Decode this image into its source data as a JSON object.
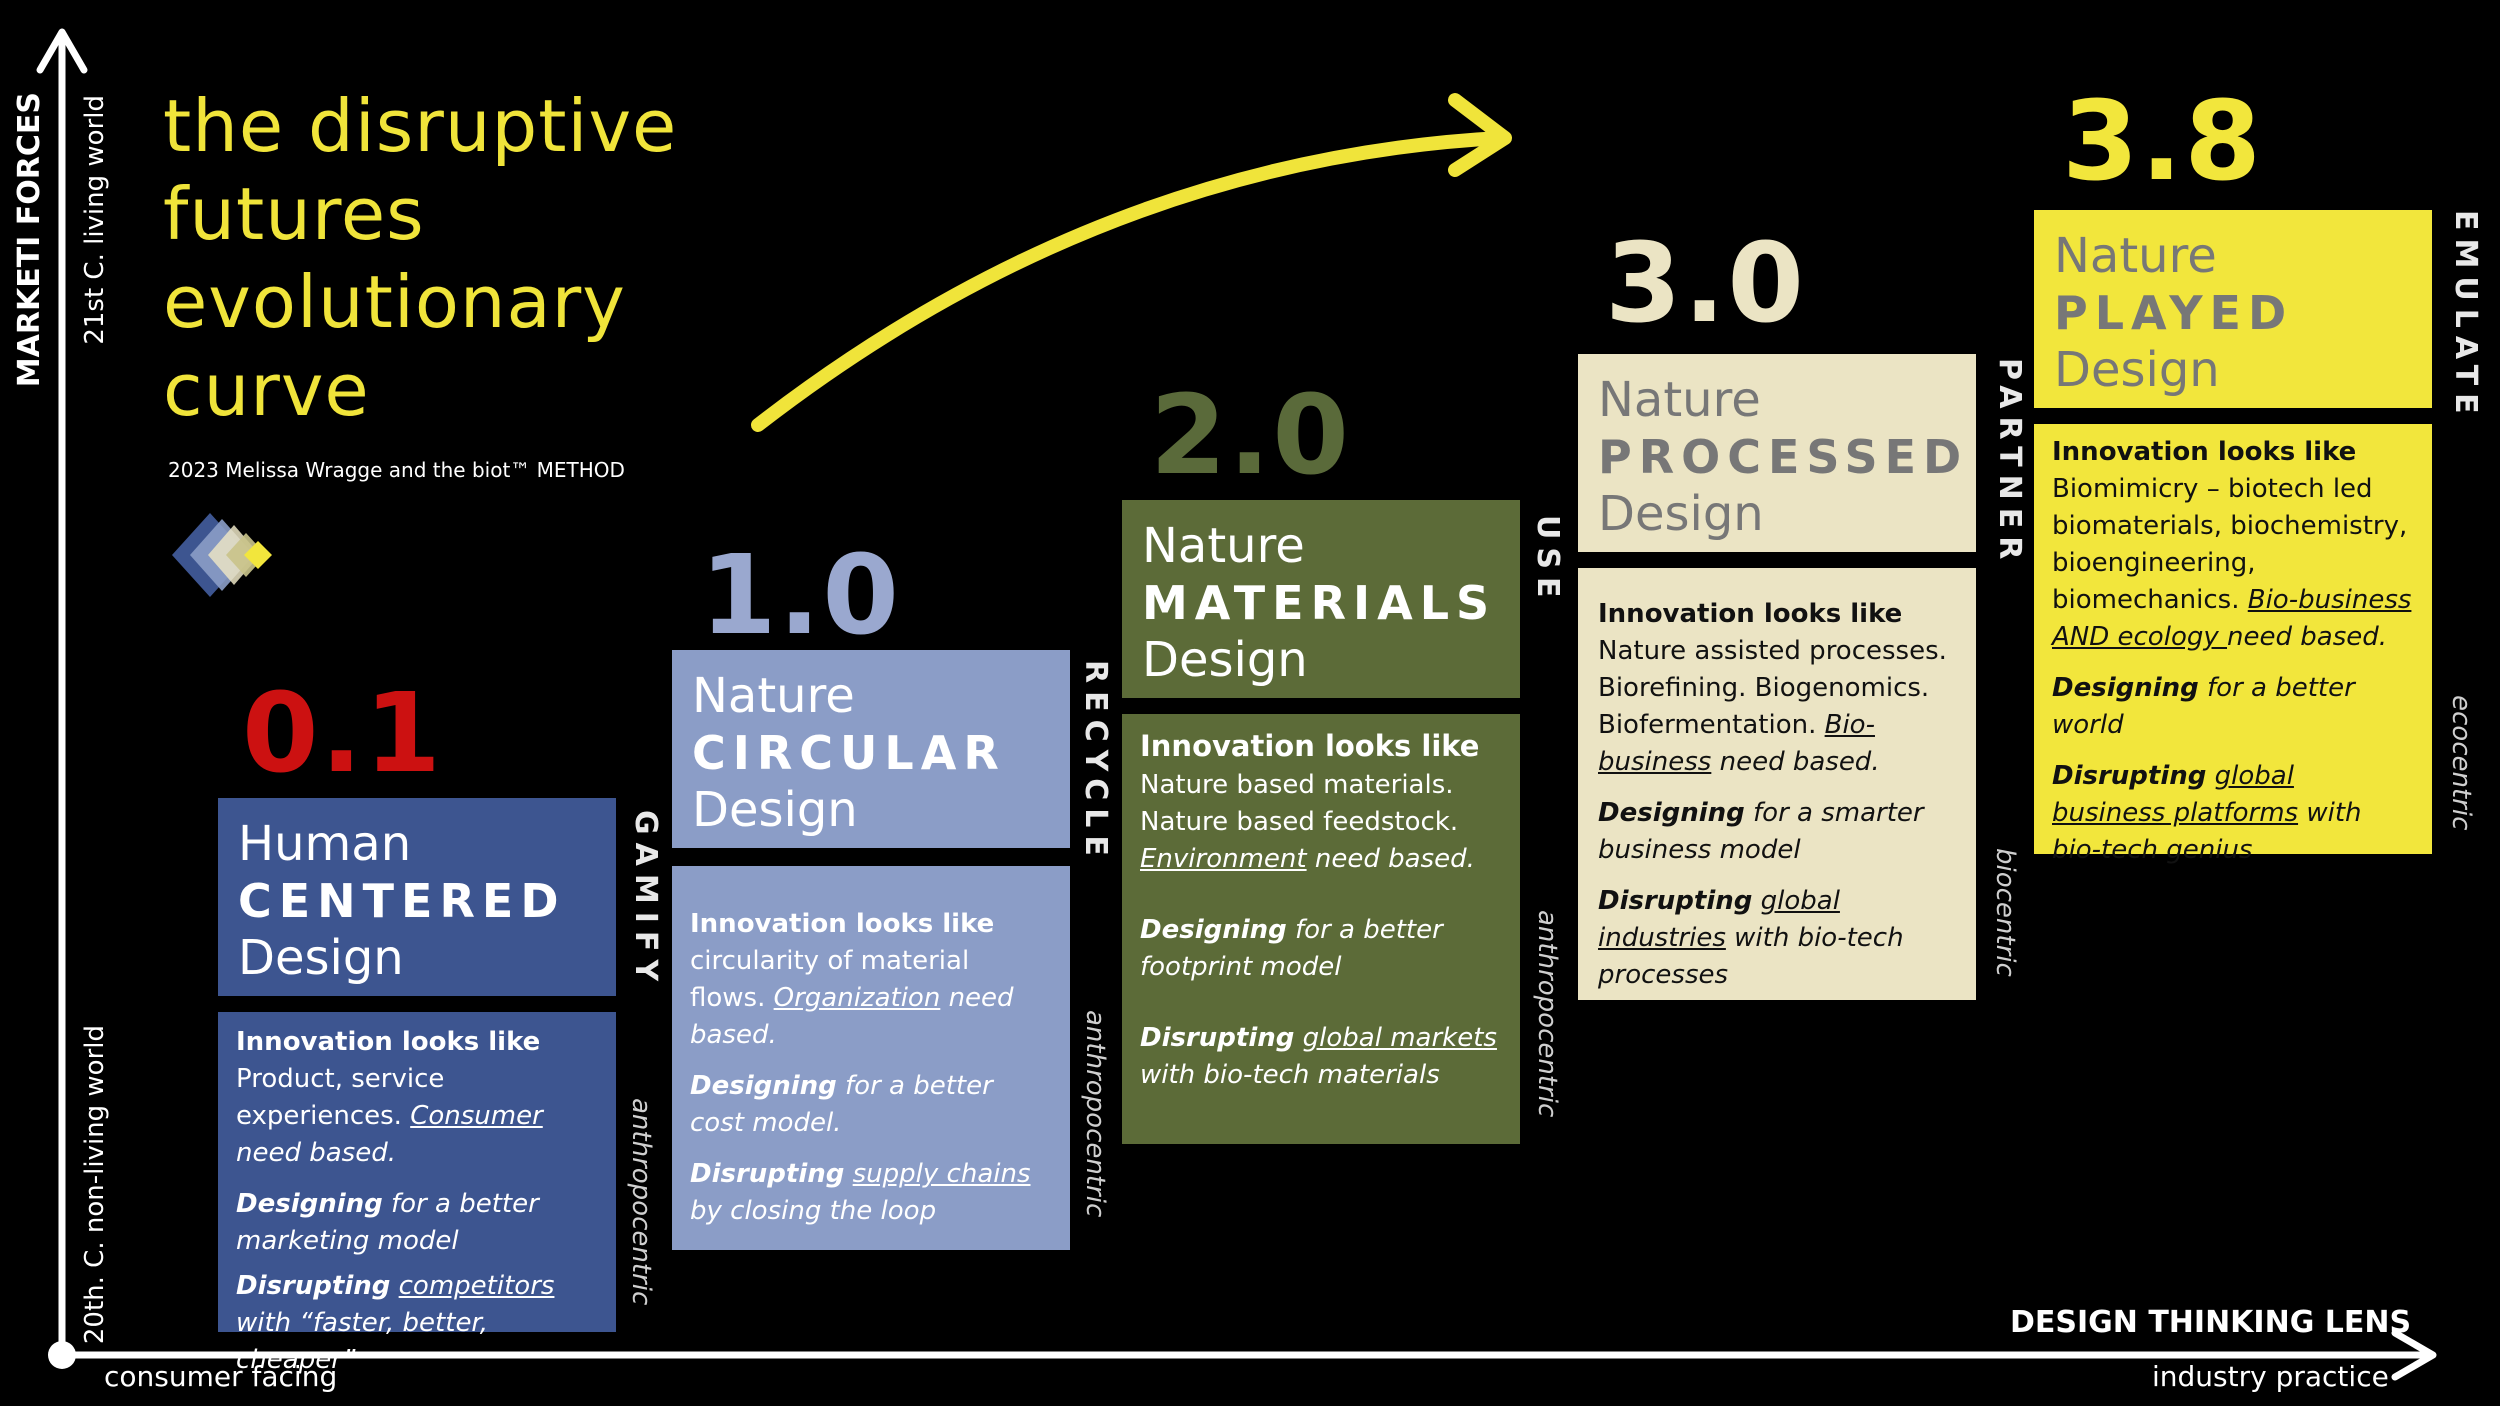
{
  "title": {
    "line1": "the disruptive",
    "line2": "futures",
    "line3": "evolutionary",
    "line4": "curve"
  },
  "credit": "2023 Melissa Wragge and the biot™ METHOD",
  "axes": {
    "y_title": "MARKETI FORCES",
    "y_top": "21st C. living world",
    "y_bottom": "20th. C. non-living world",
    "x_title": "DESIGN THINKING LENS",
    "x_left": "consumer facing",
    "x_right": "industry practice"
  },
  "colors": {
    "title": "#f0e43a",
    "stage0": "#3d5590",
    "stage1": "#8b9dc7",
    "stage2": "#5c6b38",
    "stage3": "#ebe4c4",
    "stage4": "#f2e63c",
    "v0": "#cc1111",
    "v1": "#9aa8cf",
    "v2": "#5a6a3a",
    "v3": "#ebe4c4",
    "v4": "#f2e63c"
  },
  "stages": [
    {
      "version": "0.1",
      "line1": "Human",
      "line2": "CENTERED",
      "line3": "Design",
      "innovation_label": "Innovation looks like",
      "innovation_text": "Product, service experiences. ",
      "need_word": "Consumer",
      "need_suffix": " need based.",
      "designing_label": "Designing",
      "designing_text": " for a better marketing model",
      "disrupting_label": "Disrupting",
      "disrupting_target": "competitors",
      "disrupting_text": " with “faster, better, cheaper”",
      "verb": "GAMIFY",
      "centric": "anthropocentric"
    },
    {
      "version": "1.0",
      "line1": "Nature",
      "line2": "CIRCULAR",
      "line3": "Design",
      "innovation_label": "Innovation looks like",
      "innovation_text": "circularity of material flows. ",
      "need_word": "Organization",
      "need_suffix": " need based.",
      "designing_label": "Designing",
      "designing_text": " for a better cost model.",
      "disrupting_label": "Disrupting",
      "disrupting_target": "supply chains ",
      "disrupting_text": "by closing the loop",
      "verb": "RECYCLE",
      "centric": "anthropocentric"
    },
    {
      "version": "2.0",
      "line1": "Nature",
      "line2": "MATERIALS",
      "line3": "Design",
      "innovation_label": "Innovation looks like",
      "innovation_text": "Nature based materials. Nature based feedstock. ",
      "need_word": "Environment",
      "need_suffix": " need based.",
      "designing_label": "Designing",
      "designing_text": " for a better footprint model",
      "disrupting_label": "Disrupting",
      "disrupting_target": "global markets",
      "disrupting_text": " with bio-tech materials",
      "verb": "USE",
      "centric": "anthropocentric"
    },
    {
      "version": "3.0",
      "line1": "Nature",
      "line2": "PROCESSED",
      "line3": "Design",
      "innovation_label": "Innovation looks like",
      "innovation_text": "Nature assisted processes. Biorefining. Biogenomics. Biofermentation. ",
      "need_word": "Bio-business",
      "need_suffix": " need based.",
      "designing_label": "Designing",
      "designing_text": " for a smarter business model",
      "disrupting_label": "Disrupting",
      "disrupting_target": "global industries",
      "disrupting_text": " with bio-tech processes",
      "verb": "PARTNER",
      "centric": "biocentric"
    },
    {
      "version": "3.8",
      "line1": "Nature",
      "line2": "PLAYED",
      "line3": "Design",
      "innovation_label": "Innovation looks like",
      "innovation_text": "Biomimicry – biotech led biomaterials, biochemistry, bioengineering, biomechanics.  ",
      "need_word": "Bio-business AND ecology ",
      "need_suffix": "need based.",
      "designing_label": "Designing",
      "designing_text": " for a better world",
      "disrupting_label": "Disrupting",
      "disrupting_target": "global business platforms",
      "disrupting_text": " with bio-tech genius",
      "verb": "EMULATE",
      "centric": "ecocentric"
    }
  ]
}
